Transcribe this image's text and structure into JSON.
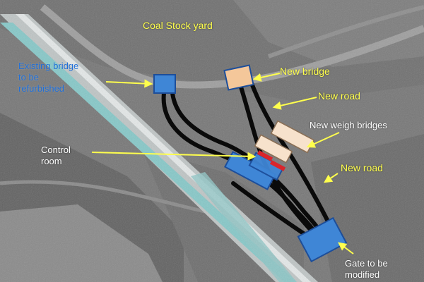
{
  "map": {
    "colors": {
      "ground": "#777777",
      "field_dark": "#5e5e5e",
      "field_light": "#8c8c8c",
      "road": "#a9a9a9",
      "rail": "#cfd6d6",
      "canal": "#86c8c8",
      "feature_blue": "#3f86d6",
      "feature_blue_edge": "#1d4e9a",
      "new_bridge_fill": "#f4c79a",
      "weigh_bridge_fill": "#f7e2cc",
      "control_room_red": "#d9252b",
      "road_black": "#0a0a0a",
      "arrow_yellow": "#ffff4d"
    },
    "labels": {
      "coal_stock_yard": "Coal Stock yard",
      "existing_bridge_line1": "Existing bridge",
      "existing_bridge_line2": "to be",
      "existing_bridge_line3": "refurbished",
      "new_bridge": "New bridge",
      "new_road_top": "New road",
      "new_weigh_bridges": "New weigh bridges",
      "control_room_line1": "Control",
      "control_room_line2": "room",
      "new_road_bottom": "New road",
      "gate_line1": "Gate to be",
      "gate_line2": "modified"
    },
    "icons": {
      "existing_bridge": "blue-square-icon",
      "new_bridge": "peach-square-icon",
      "weigh_bridges": "light-rectangle-icon",
      "control_room": "red-bars-icon",
      "gate": "blue-square-icon",
      "arrows": "yellow-arrow-icon"
    }
  }
}
